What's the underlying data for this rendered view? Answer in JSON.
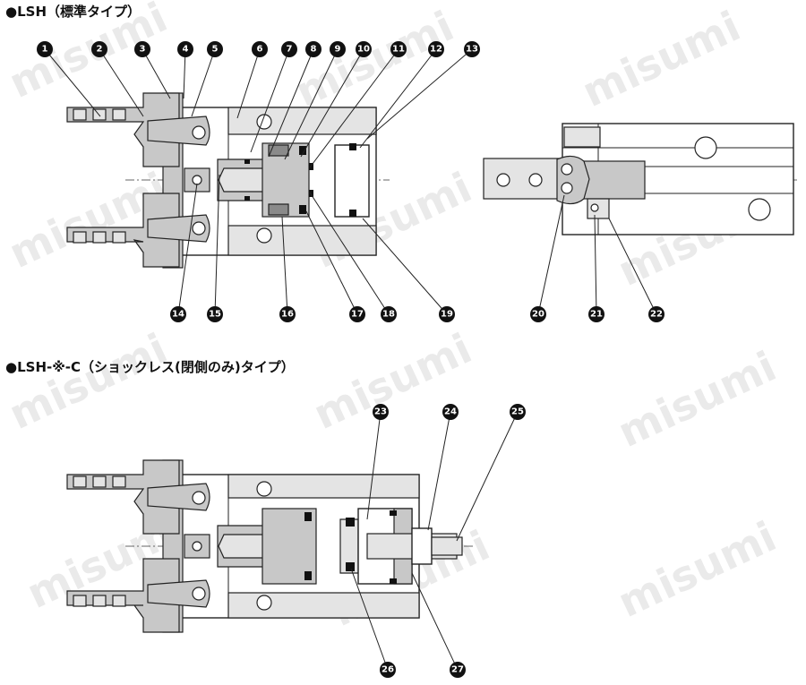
{
  "sections": [
    {
      "title": "●LSH（標準タイプ）"
    },
    {
      "title": "●LSH-※-C（ショックレス(閉側のみ)タイプ）"
    }
  ],
  "watermark": "misumi",
  "callouts": [
    {
      "n": "1"
    },
    {
      "n": "2"
    },
    {
      "n": "3"
    },
    {
      "n": "4"
    },
    {
      "n": "5"
    },
    {
      "n": "6"
    },
    {
      "n": "7"
    },
    {
      "n": "8"
    },
    {
      "n": "9"
    },
    {
      "n": "10"
    },
    {
      "n": "11"
    },
    {
      "n": "12"
    },
    {
      "n": "13"
    },
    {
      "n": "14"
    },
    {
      "n": "15"
    },
    {
      "n": "16"
    },
    {
      "n": "17"
    },
    {
      "n": "18"
    },
    {
      "n": "19"
    },
    {
      "n": "20"
    },
    {
      "n": "21"
    },
    {
      "n": "22"
    },
    {
      "n": "23"
    },
    {
      "n": "24"
    },
    {
      "n": "25"
    },
    {
      "n": "26"
    },
    {
      "n": "27"
    }
  ],
  "colors": {
    "callout": "#111111",
    "part": "#c8c8c8",
    "watermark": "#d9d9d9"
  }
}
